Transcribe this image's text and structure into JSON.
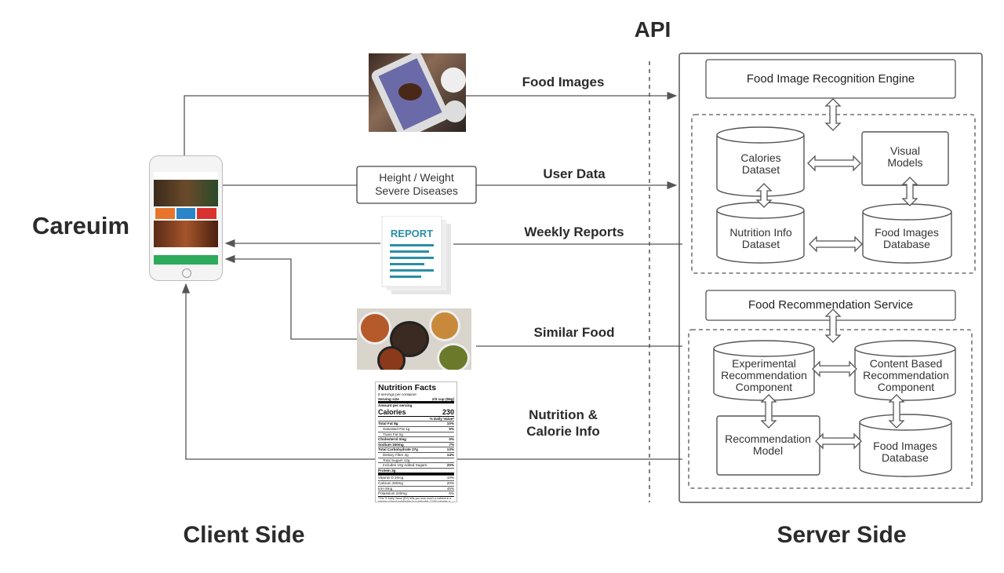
{
  "header": {
    "api_label": "API"
  },
  "client": {
    "app_name": "Careuim",
    "side_label": "Client Side",
    "user_data_box": [
      "Height  / Weight",
      "Severe Diseases"
    ],
    "report_text": "REPORT"
  },
  "server": {
    "side_label": "Server Side",
    "recognition_engine": "Food Image Recognition Engine",
    "calories_dataset": [
      "Calories",
      "Dataset"
    ],
    "visual_models": [
      "Visual",
      "Models"
    ],
    "nutrition_dataset": [
      "Nutrition Info",
      "Dataset"
    ],
    "food_images_db_1": [
      "Food Images",
      "Database"
    ],
    "recommendation_service": "Food Recommendation Service",
    "experimental_component": [
      "Experimental",
      "Recommendation",
      "Component"
    ],
    "content_based_component": [
      "Content Based",
      "Recommendation",
      "Component"
    ],
    "recommendation_model": [
      "Recommendation",
      "Model"
    ],
    "food_images_db_2": [
      "Food Images",
      "Database"
    ]
  },
  "flows": {
    "food_images": "Food Images",
    "user_data": "User Data",
    "weekly_reports": "Weekly Reports",
    "similar_food": "Similar Food",
    "nutrition": [
      "Nutrition &",
      "Calorie Info"
    ]
  },
  "nutrition_label": {
    "title": "Nutrition Facts",
    "servings": "8 servings per container",
    "serving_size_label": "Serving size",
    "serving_size": "2/3 cup (55g)",
    "amount": "Amount per serving",
    "calories_label": "Calories",
    "calories": "230",
    "dv_header": "% Daily Value*",
    "rows": [
      {
        "name": "Total Fat 8g",
        "dv": "10%",
        "indent": false
      },
      {
        "name": "Saturated Fat 1g",
        "dv": "5%",
        "indent": true
      },
      {
        "name": "Trans Fat 0g",
        "dv": "",
        "indent": true
      },
      {
        "name": "Cholesterol 0mg",
        "dv": "0%",
        "indent": false
      },
      {
        "name": "Sodium 160mg",
        "dv": "7%",
        "indent": false
      },
      {
        "name": "Total Carbohydrate 37g",
        "dv": "13%",
        "indent": false
      },
      {
        "name": "Dietary Fiber 4g",
        "dv": "14%",
        "indent": true
      },
      {
        "name": "Total Sugars 12g",
        "dv": "",
        "indent": true
      },
      {
        "name": "Includes 10g Added Sugars",
        "dv": "20%",
        "indent": true
      },
      {
        "name": "Protein 3g",
        "dv": "",
        "indent": false
      }
    ],
    "vitamins": [
      {
        "name": "Vitamin D 2mcg",
        "dv": "10%"
      },
      {
        "name": "Calcium 260mg",
        "dv": "20%"
      },
      {
        "name": "Iron 8mg",
        "dv": "45%"
      },
      {
        "name": "Potassium 240mg",
        "dv": "6%"
      }
    ],
    "footnote": "*The % Daily Value (DV) tells you how much a nutrient in a serving of food contributes to a daily diet. 2,000 calories a day is used for general nutrition advice."
  },
  "colors": {
    "line": "#555555",
    "text": "#2b2b2b",
    "report_accent": "#2a8fa6",
    "app_green": "#2eaa5c"
  }
}
